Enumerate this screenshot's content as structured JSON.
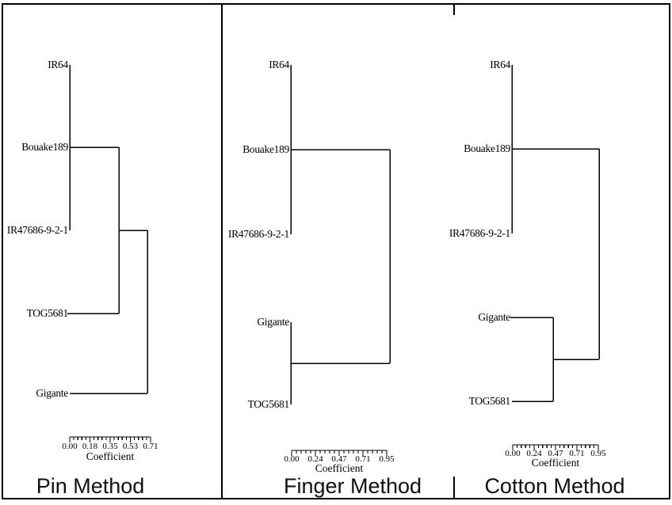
{
  "figure": {
    "background": "#ffffff",
    "line_color": "#000000",
    "panels": [
      {
        "id": "pin",
        "method_label": "Pin Method",
        "axis_label": "Coefficient",
        "tick_labels": [
          "0.00",
          "0.18",
          "0.35",
          "0.53",
          "0.71"
        ],
        "taxa": [
          "IR64",
          "Bouake189",
          "IR47686-9-2-1",
          "TOG5681",
          "Gigante"
        ]
      },
      {
        "id": "finger",
        "method_label": "Finger Method",
        "axis_label": "Coefficient",
        "tick_labels": [
          "0.00",
          "0.24",
          "0.47",
          "0.71",
          "0.95"
        ],
        "taxa": [
          "IR64",
          "Bouake189",
          "IR47686-9-2-1",
          "Gigante",
          "TOG5681"
        ]
      },
      {
        "id": "cotton",
        "method_label": "Cotton Method",
        "axis_label": "Coefficient",
        "tick_labels": [
          "0.00",
          "0.24",
          "0.47",
          "0.71",
          "0.95"
        ],
        "taxa": [
          "IR64",
          "Bouake189",
          "IR47686-9-2-1",
          "Gigante",
          "TOG5681"
        ]
      }
    ]
  },
  "chart_data": [
    {
      "type": "dendrogram",
      "title": "Pin Method",
      "xlabel": "Coefficient",
      "orientation": "horizontal-leaves-left-root-right",
      "axis_ticks": [
        0.0,
        0.18,
        0.35,
        0.53,
        0.71
      ],
      "axis_range": [
        0.0,
        0.71
      ],
      "leaves_top_to_bottom": [
        "IR64",
        "Bouake189",
        "IR47686-9-2-1",
        "TOG5681",
        "Gigante"
      ],
      "merges": [
        {
          "joins": [
            "IR64",
            "Bouake189",
            "IR47686-9-2-1"
          ],
          "coefficient": 0.0
        },
        {
          "joins": [
            "IR64+Bouake189+IR47686-9-2-1",
            "TOG5681"
          ],
          "coefficient": 0.43
        },
        {
          "joins": [
            "IR64+Bouake189+IR47686-9-2-1+TOG5681",
            "Gigante"
          ],
          "coefficient": 0.68
        }
      ]
    },
    {
      "type": "dendrogram",
      "title": "Finger Method",
      "xlabel": "Coefficient",
      "orientation": "horizontal-leaves-left-root-right",
      "axis_ticks": [
        0.0,
        0.24,
        0.47,
        0.71,
        0.95
      ],
      "axis_range": [
        0.0,
        0.95
      ],
      "leaves_top_to_bottom": [
        "IR64",
        "Bouake189",
        "IR47686-9-2-1",
        "Gigante",
        "TOG5681"
      ],
      "merges": [
        {
          "joins": [
            "IR64",
            "Bouake189",
            "IR47686-9-2-1"
          ],
          "coefficient": 0.0
        },
        {
          "joins": [
            "Gigante",
            "TOG5681"
          ],
          "coefficient": 0.0
        },
        {
          "joins": [
            "IR64+Bouake189+IR47686-9-2-1",
            "Gigante+TOG5681"
          ],
          "coefficient": 0.97
        }
      ]
    },
    {
      "type": "dendrogram",
      "title": "Cotton Method",
      "xlabel": "Coefficient",
      "orientation": "horizontal-leaves-left-root-right",
      "axis_ticks": [
        0.0,
        0.24,
        0.47,
        0.71,
        0.95
      ],
      "axis_range": [
        0.0,
        0.95
      ],
      "leaves_top_to_bottom": [
        "IR64",
        "Bouake189",
        "IR47686-9-2-1",
        "Gigante",
        "TOG5681"
      ],
      "merges": [
        {
          "joins": [
            "IR64",
            "Bouake189",
            "IR47686-9-2-1"
          ],
          "coefficient": 0.0
        },
        {
          "joins": [
            "Gigante",
            "TOG5681"
          ],
          "coefficient": 0.45
        },
        {
          "joins": [
            "IR64+Bouake189+IR47686-9-2-1",
            "Gigante+TOG5681"
          ],
          "coefficient": 0.96
        }
      ]
    }
  ]
}
